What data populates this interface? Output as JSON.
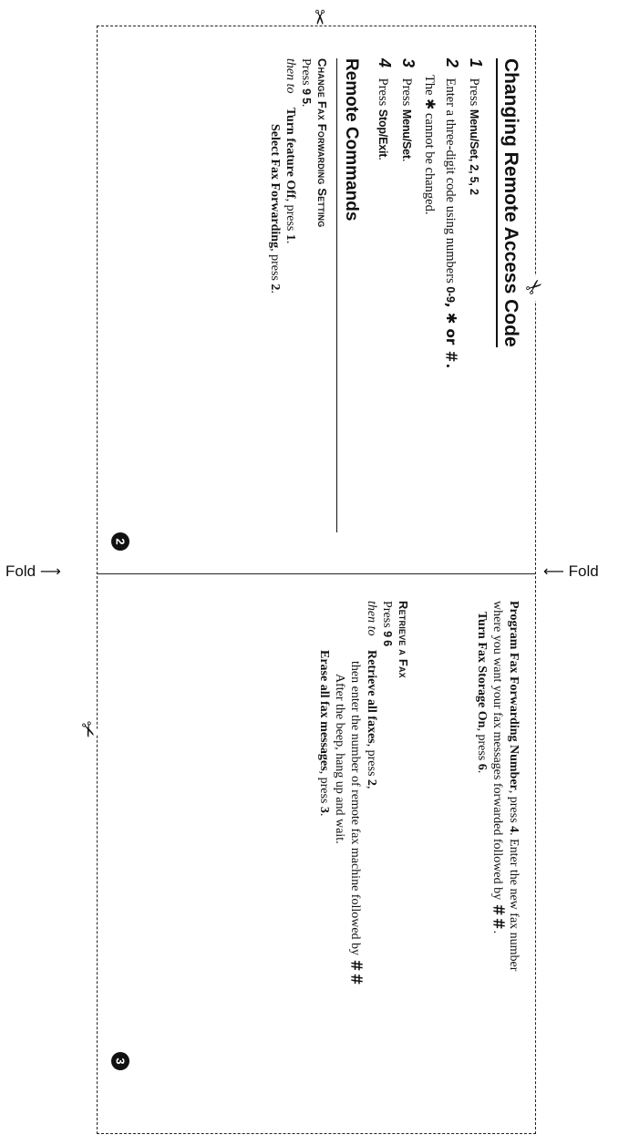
{
  "labels": {
    "fold_left": "Fold",
    "fold_right": "Fold",
    "arrow_right": "⟶",
    "arrow_left": "⟵"
  },
  "icons": {
    "scissors": "✂"
  },
  "panel2": {
    "title": "Changing Remote Access Code",
    "steps": [
      {
        "num": "1",
        "pre": "Press ",
        "key": "Menu/Set, 2, 5, 2",
        "post": ""
      },
      {
        "num": "2",
        "pre": "Enter a three-digit code using numbers ",
        "key": "0-9",
        "post": ", ✱ or ＃."
      },
      {
        "num": "3",
        "pre": "Press ",
        "key": "Menu/Set",
        "post": "."
      },
      {
        "num": "4",
        "pre": "Press ",
        "key": "Stop/Exit",
        "post": "."
      }
    ],
    "step2_note": "The ✱ cannot be changed.",
    "remote_title": "Remote Commands",
    "change_fax_heading": "Change Fax Forwarding Setting",
    "press_label": "Press ",
    "press_code": "9 5",
    "press_end": ".",
    "then_to": "then to",
    "opt1_bold": "Turn feature Off",
    "opt1_rest": ", press ",
    "opt1_key": "1",
    "opt1_end": ".",
    "opt2_bold": "Select Fax Forwarding",
    "opt2_rest": ", press ",
    "opt2_key": "2",
    "opt2_end": ".",
    "page_number": "2"
  },
  "panel3": {
    "prog_bold": "Program Fax Forwarding Number",
    "prog_rest": ", press ",
    "prog_key": "4",
    "prog_cont": ". Enter the new fax number where you want your fax messages forwarded followed by ",
    "prog_sym": "＃＃",
    "prog_end": ".",
    "storage_bold": "Turn Fax Storage On",
    "storage_rest": ", press ",
    "storage_key": "6",
    "storage_end": ".",
    "retrieve_heading": "Retrieve a Fax",
    "press_label": "Press ",
    "press_code": "9 6",
    "then_to": "then to",
    "r1_bold": "Retrieve all faxes",
    "r1_rest": ", press ",
    "r1_key": "2",
    "r1_end": ",",
    "r1_line2_pre": "then enter the number of remote fax machine followed by ",
    "r1_line2_sym": "＃＃",
    "r1_line3": "After the beep, hang up and wait.",
    "r2_bold": "Erase all fax messages",
    "r2_rest": ", press ",
    "r2_key": "3",
    "r2_end": ".",
    "page_number": "3"
  }
}
